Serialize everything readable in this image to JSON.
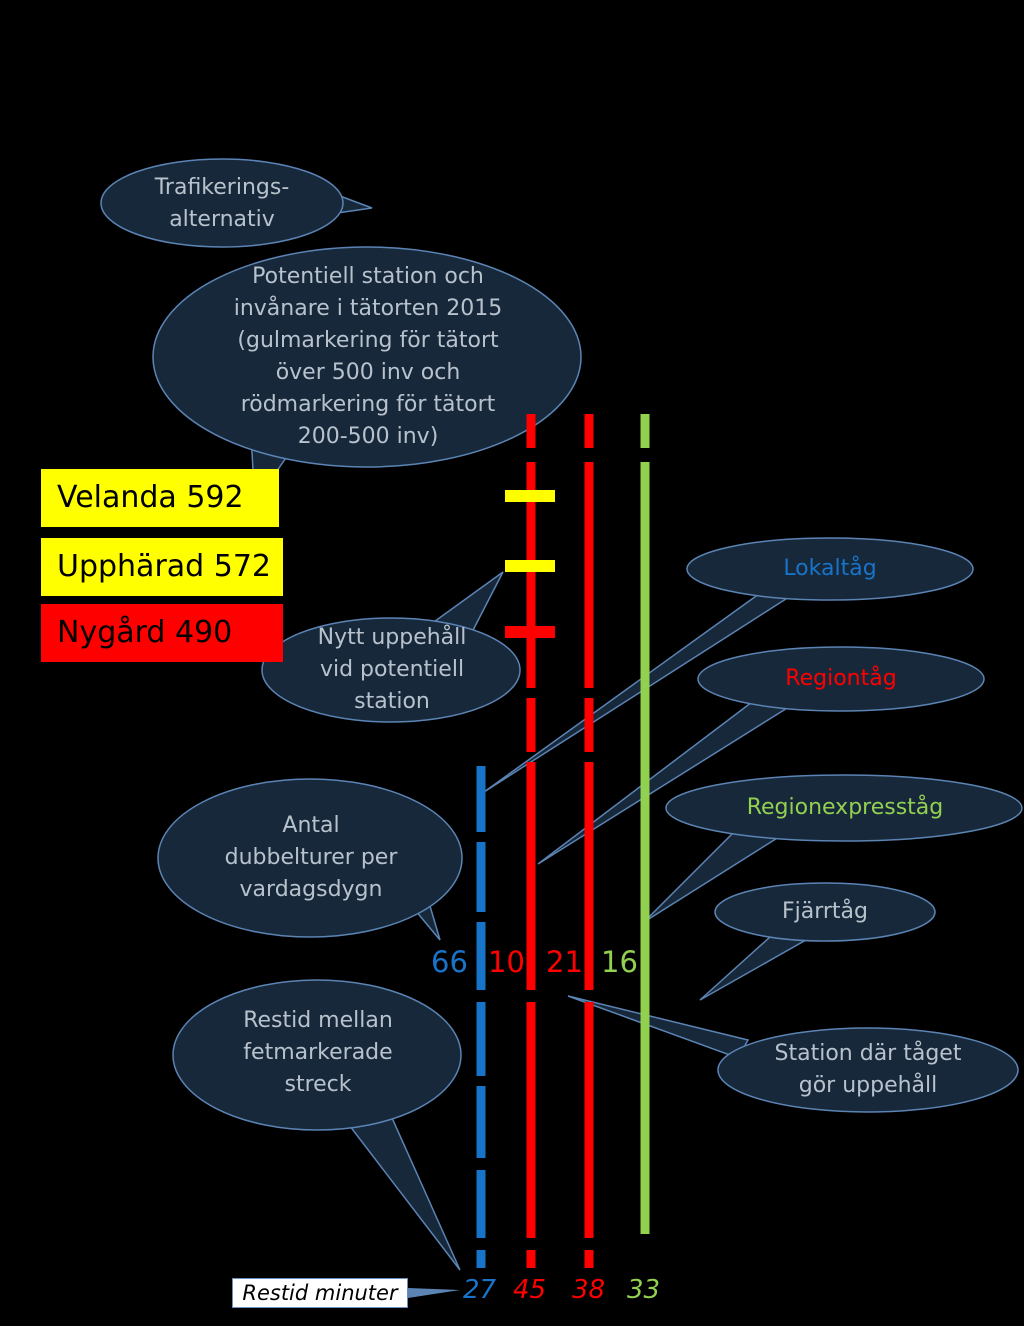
{
  "colors": {
    "lokal": "#1874c8",
    "region": "#ff0000",
    "express": "#92d050",
    "bubble_fill": "#17283a",
    "bubble_stroke": "#5b84b4",
    "bubble_text": "#b8c2cc",
    "station_yellow": "#ffff00",
    "station_red": "#ff0000"
  },
  "stations": [
    {
      "label": "Velanda 592",
      "color": "#ffff00"
    },
    {
      "label": "Upphärad 572",
      "color": "#ffff00"
    },
    {
      "label": "Nygård 490",
      "color": "#ff0000"
    }
  ],
  "trains": [
    {
      "count": "66",
      "time": "27",
      "color": "#1874c8"
    },
    {
      "count": "10",
      "time": "45",
      "color": "#ff0000"
    },
    {
      "count": "21",
      "time": "38",
      "color": "#ff0000"
    },
    {
      "count": "16",
      "time": "33",
      "color": "#92d050"
    }
  ],
  "callouts": {
    "alternatives": [
      "Trafikerings-",
      "alternativ"
    ],
    "potential_station": [
      "Potentiell station och",
      "invånare i tätorten 2015",
      "(gulmarkering för tätort",
      "över 500 inv och",
      "rödmarkering för tätort",
      "200-500 inv)"
    ],
    "new_stop": [
      "Nytt uppehåll",
      "vid potentiell",
      "station"
    ],
    "double_trips": [
      "Antal",
      "dubbelturer per",
      "vardagsdygn"
    ],
    "travel_time": [
      "Restid mellan",
      "fetmarkerade",
      "streck"
    ],
    "station_stop": [
      "Station där tåget",
      "gör uppehåll"
    ]
  },
  "legend": {
    "lokal": "Lokaltåg",
    "region": "Regiontåg",
    "express": "Regionexpresståg",
    "fjarr": "Fjärrtåg"
  },
  "time_label": "Restid minuter"
}
